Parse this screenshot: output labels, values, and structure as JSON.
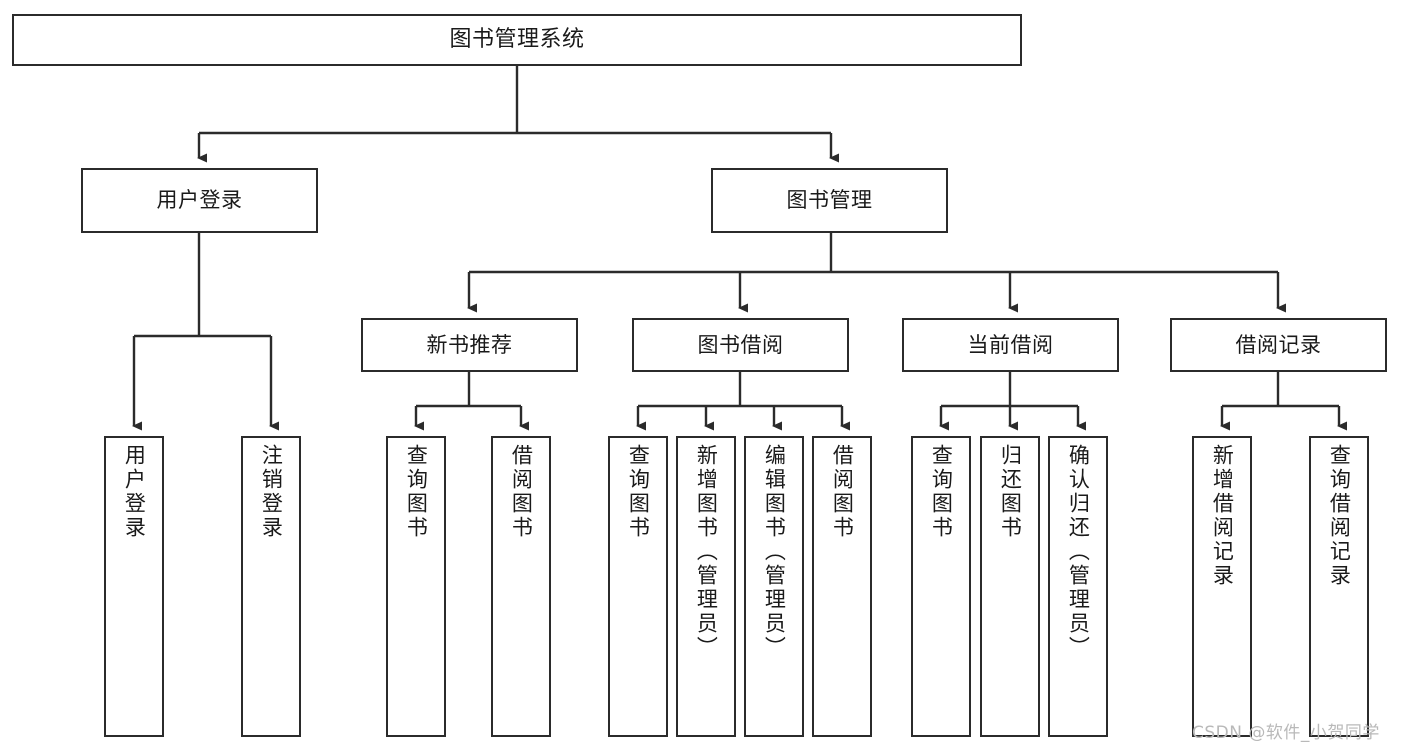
{
  "diagram": {
    "type": "tree",
    "title": "图书管理系统",
    "root": {
      "label": "图书管理系统"
    },
    "level1": [
      {
        "label": "用户登录"
      },
      {
        "label": "图书管理"
      }
    ],
    "level2": [
      {
        "label": "新书推荐"
      },
      {
        "label": "图书借阅"
      },
      {
        "label": "当前借阅"
      },
      {
        "label": "借阅记录"
      }
    ],
    "leaves": {
      "user_login": [
        {
          "label": "用户登录"
        },
        {
          "label": "注销登录"
        }
      ],
      "new_book_recommend": [
        {
          "label": "查询图书"
        },
        {
          "label": "借阅图书"
        }
      ],
      "book_borrow": [
        {
          "label": "查询图书"
        },
        {
          "label": "新增图书（管理员）"
        },
        {
          "label": "编辑图书（管理员）"
        },
        {
          "label": "借阅图书"
        }
      ],
      "current_borrow": [
        {
          "label": "查询图书"
        },
        {
          "label": "归还图书"
        },
        {
          "label": "确认归还（管理员）"
        }
      ],
      "borrow_record": [
        {
          "label": "新增借阅记录"
        },
        {
          "label": "查询借阅记录"
        }
      ]
    }
  },
  "watermark": {
    "text": "CSDN @软件_小贺同学"
  },
  "colors": {
    "stroke": "#2b2b2b",
    "background": "#ffffff",
    "text": "#1a1a1a",
    "watermark": "#b9b9b9"
  }
}
